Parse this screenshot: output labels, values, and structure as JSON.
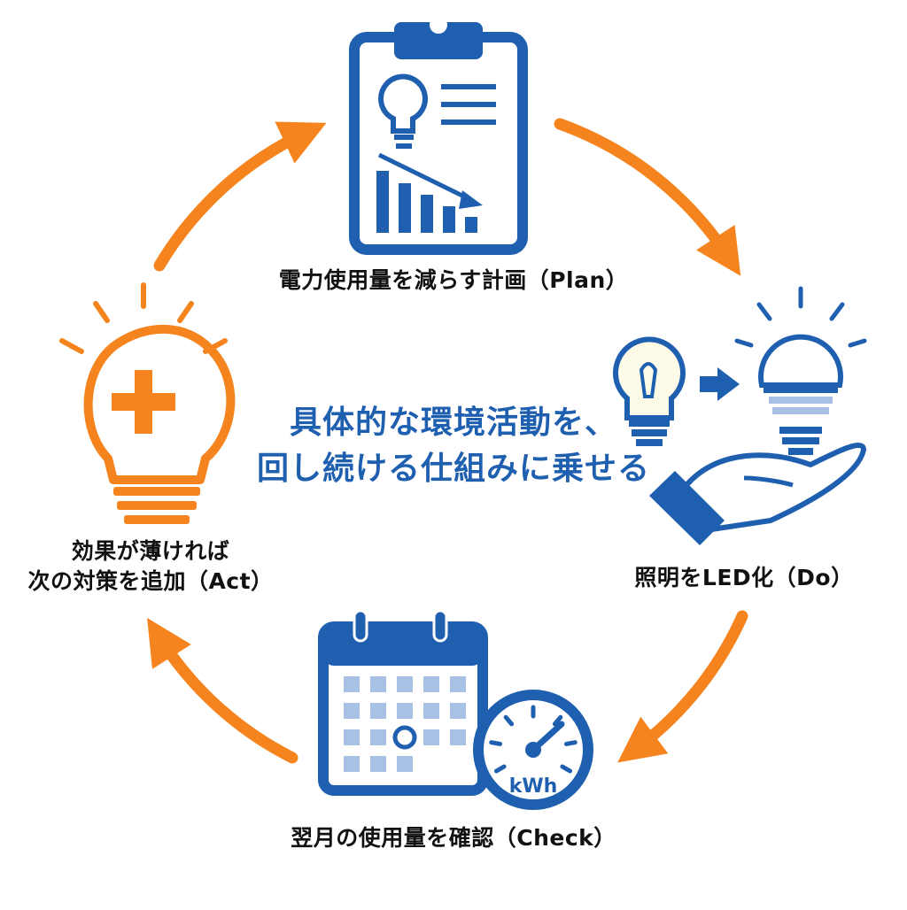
{
  "center_message": {
    "line1": "具体的な環境活動を、",
    "line2": "回し続ける仕組みに乗せる"
  },
  "steps": {
    "plan": {
      "label": "電力使用量を減らす計画（Plan）"
    },
    "do": {
      "label": "照明をLED化（Do）"
    },
    "check": {
      "label": "翌月の使用量を確認（Check）",
      "meter_unit": "kWh"
    },
    "act": {
      "label_line1": "効果が薄ければ",
      "label_line2": "次の対策を追加（Act）"
    }
  },
  "colors": {
    "blue": "#1f5fb0",
    "orange": "#f5841f",
    "light_blue": "#a9c1e4"
  },
  "icons": [
    "clipboard-icon",
    "lightbulb-icon",
    "bar-chart-icon",
    "led-bulb-icon",
    "hand-icon",
    "calendar-icon",
    "meter-icon",
    "plus-bulb-icon"
  ]
}
